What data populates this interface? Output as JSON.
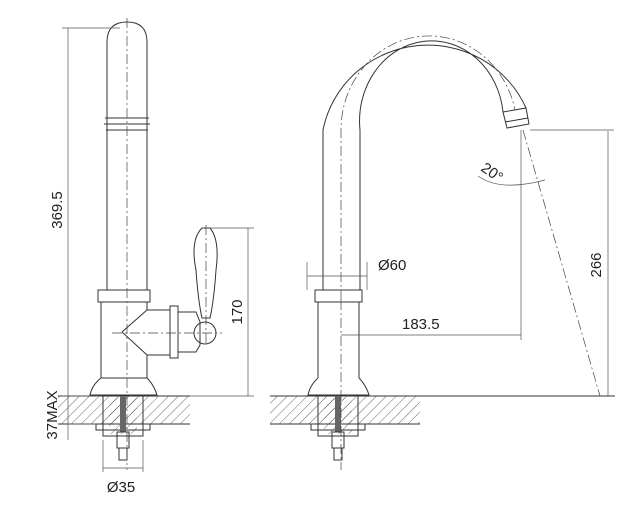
{
  "dimensions": {
    "overall_height": "369.5",
    "handle_height": "170",
    "max_counter_thickness": "37MAX",
    "hole_diameter": "Ø35",
    "base_diameter": "Ø60",
    "spout_reach": "183.5",
    "spout_height": "266",
    "spray_angle": "20°"
  },
  "colors": {
    "line": "#333333",
    "background": "#ffffff"
  }
}
